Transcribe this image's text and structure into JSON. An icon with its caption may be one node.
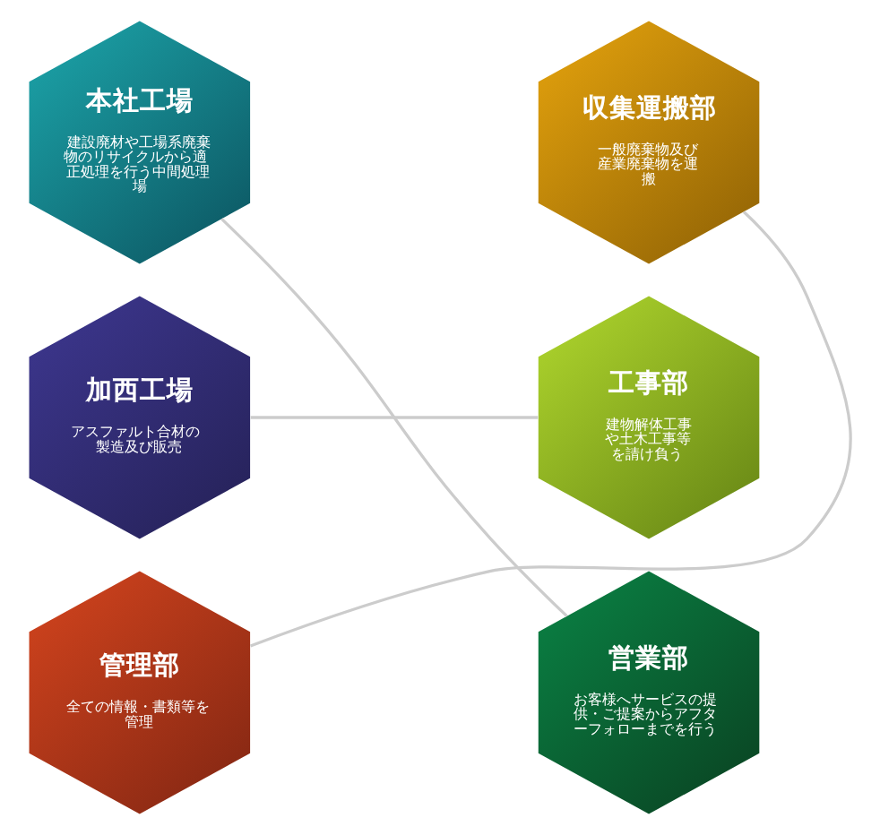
{
  "diagram": {
    "nodes": [
      {
        "text": [
          "本社工場",
          "建設廃材や工場系廃棄物のリサイクルから適正処理を行う中間処理場"
        ]
      },
      {
        "text": [
          "収集運搬部",
          "一般廃棄物及び産業廃棄物を運搬"
        ]
      },
      {
        "text": [
          "加西工場",
          "アスファルト合材の製造及び販売"
        ]
      },
      {
        "text": [
          "工事部",
          "建物解体工事や土木工事等を請け負う"
        ]
      },
      {
        "text": [
          "管理部",
          "全ての情報・書類等を管理"
        ]
      },
      {
        "text": [
          "営業部",
          "お客様へサービスの提供・ご提案からアフターフォローまでを行う"
        ]
      }
    ],
    "edges": [
      {
        "from": 0,
        "to": 5,
        "arrow": "none"
      },
      {
        "from": 1,
        "to": 4,
        "arrow": "none"
      },
      {
        "from": 2,
        "to": 3,
        "arrow": "none"
      }
    ]
  }
}
